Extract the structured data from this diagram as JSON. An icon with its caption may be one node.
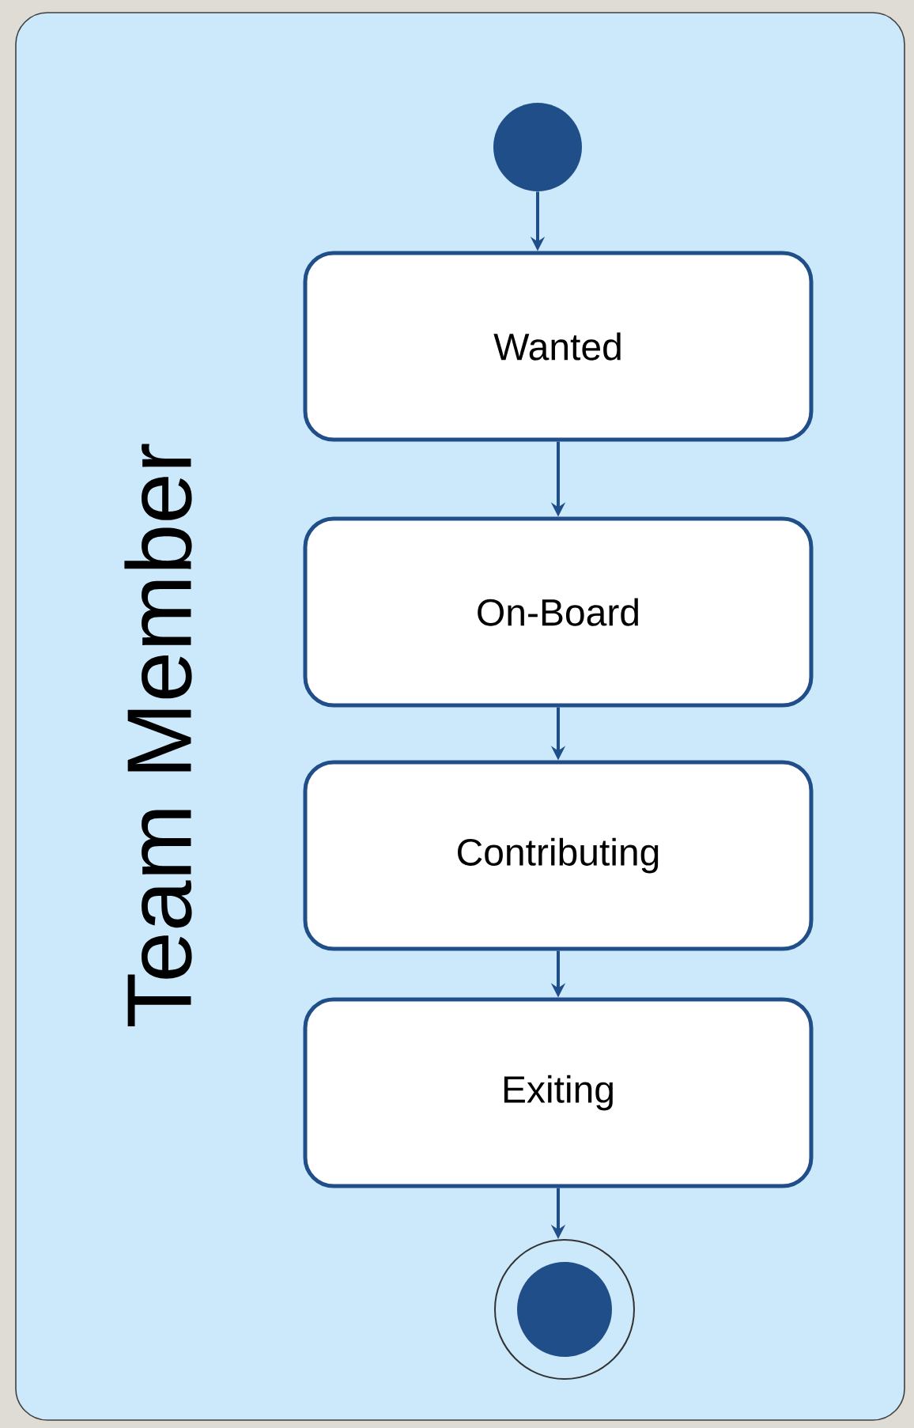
{
  "diagram": {
    "nodes": [
      {
        "text": [
          "Team Member"
        ]
      },
      {
        "text": [],
        "shape": "circle",
        "in": 0
      },
      {
        "text": [
          "Wanted"
        ],
        "in": 0
      },
      {
        "text": [
          "On-Board"
        ],
        "in": 0
      },
      {
        "text": [
          "Contributing"
        ],
        "in": 0
      },
      {
        "text": [
          "Exiting"
        ],
        "in": 0
      },
      {
        "text": [],
        "shape": "circle",
        "in": 0
      }
    ],
    "edges": [
      {
        "from": 1,
        "to": 2,
        "arrow": "to"
      },
      {
        "from": 2,
        "to": 3,
        "arrow": "to"
      },
      {
        "from": 3,
        "to": 4,
        "arrow": "to"
      },
      {
        "from": 4,
        "to": 5,
        "arrow": "to"
      },
      {
        "from": 5,
        "to": 6,
        "arrow": "to"
      }
    ]
  }
}
